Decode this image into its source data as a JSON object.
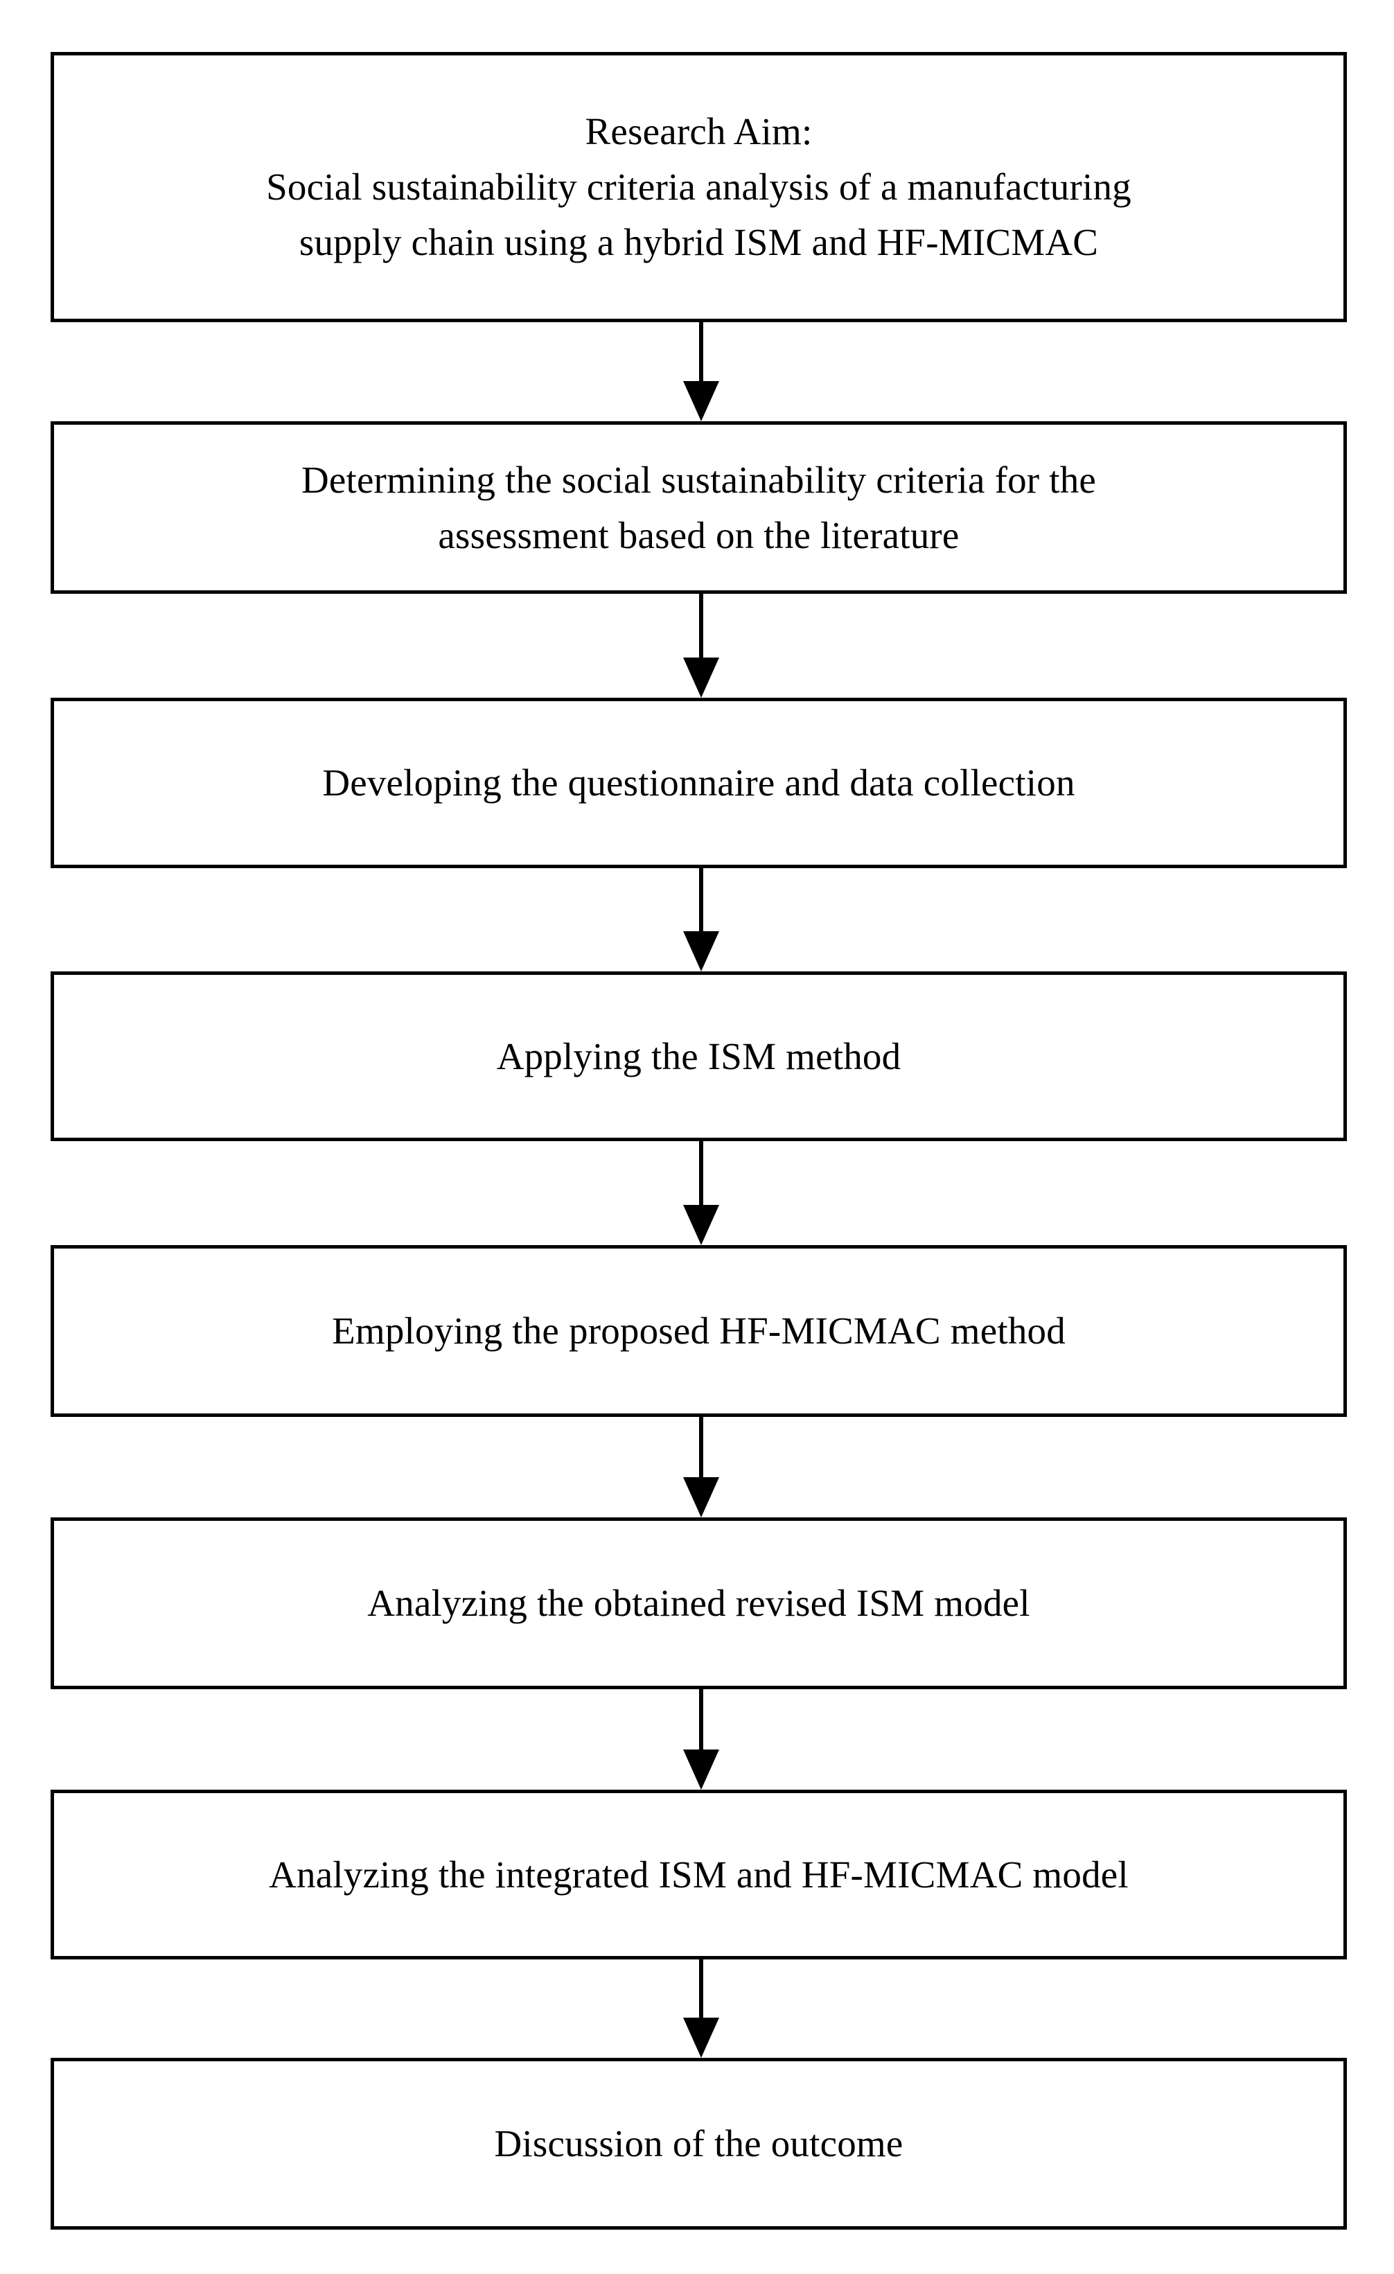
{
  "diagram": {
    "type": "flowchart",
    "orientation": "vertical",
    "node_count": 8,
    "connector_count": 7,
    "colors": {
      "box_border": "#000000",
      "box_fill": "#ffffff",
      "text": "#000000",
      "arrow": "#000000",
      "page_background": "#ffffff"
    },
    "nodes": [
      {
        "id": "research-aim",
        "step": 1,
        "text": "Research Aim:\nSocial sustainability criteria analysis of a manufacturing\nsupply chain using a hybrid ISM and HF-MICMAC",
        "lines": [
          "Research Aim:",
          "Social sustainability criteria analysis of a manufacturing",
          "supply chain using a hybrid ISM and HF-MICMAC"
        ]
      },
      {
        "id": "determining-criteria",
        "step": 2,
        "text": "Determining the social sustainability criteria for the\nassessment based on the literature",
        "lines": [
          "Determining the social sustainability criteria for the",
          "assessment based on the literature"
        ]
      },
      {
        "id": "developing-questionnaire",
        "step": 3,
        "text": "Developing the questionnaire and data collection",
        "lines": [
          "Developing the questionnaire and data collection"
        ]
      },
      {
        "id": "applying-ism",
        "step": 4,
        "text": "Applying the ISM method",
        "lines": [
          "Applying the ISM method"
        ]
      },
      {
        "id": "employing-hf-micmac",
        "step": 5,
        "text": "Employing the proposed HF-MICMAC method",
        "lines": [
          "Employing the proposed HF-MICMAC method"
        ]
      },
      {
        "id": "analyzing-revised-ism",
        "step": 6,
        "text": "Analyzing the obtained revised ISM model",
        "lines": [
          "Analyzing the obtained revised ISM model"
        ]
      },
      {
        "id": "analyzing-integrated-model",
        "step": 7,
        "text": "Analyzing the integrated ISM and HF-MICMAC model",
        "lines": [
          "Analyzing the integrated ISM and HF-MICMAC model"
        ]
      },
      {
        "id": "discussion-outcome",
        "step": 8,
        "text": "Discussion of the outcome",
        "lines": [
          "Discussion of the outcome"
        ]
      }
    ],
    "connectors": [
      {
        "id": "conn-1",
        "from": "research-aim",
        "to": "determining-criteria",
        "icon": "down-arrow-icon"
      },
      {
        "id": "conn-2",
        "from": "determining-criteria",
        "to": "developing-questionnaire",
        "icon": "down-arrow-icon"
      },
      {
        "id": "conn-3",
        "from": "developing-questionnaire",
        "to": "applying-ism",
        "icon": "down-arrow-icon"
      },
      {
        "id": "conn-4",
        "from": "applying-ism",
        "to": "employing-hf-micmac",
        "icon": "down-arrow-icon"
      },
      {
        "id": "conn-5",
        "from": "employing-hf-micmac",
        "to": "analyzing-revised-ism",
        "icon": "down-arrow-icon"
      },
      {
        "id": "conn-6",
        "from": "analyzing-revised-ism",
        "to": "analyzing-integrated-model",
        "icon": "down-arrow-icon"
      },
      {
        "id": "conn-7",
        "from": "analyzing-integrated-model",
        "to": "discussion-outcome",
        "icon": "down-arrow-icon"
      }
    ]
  }
}
